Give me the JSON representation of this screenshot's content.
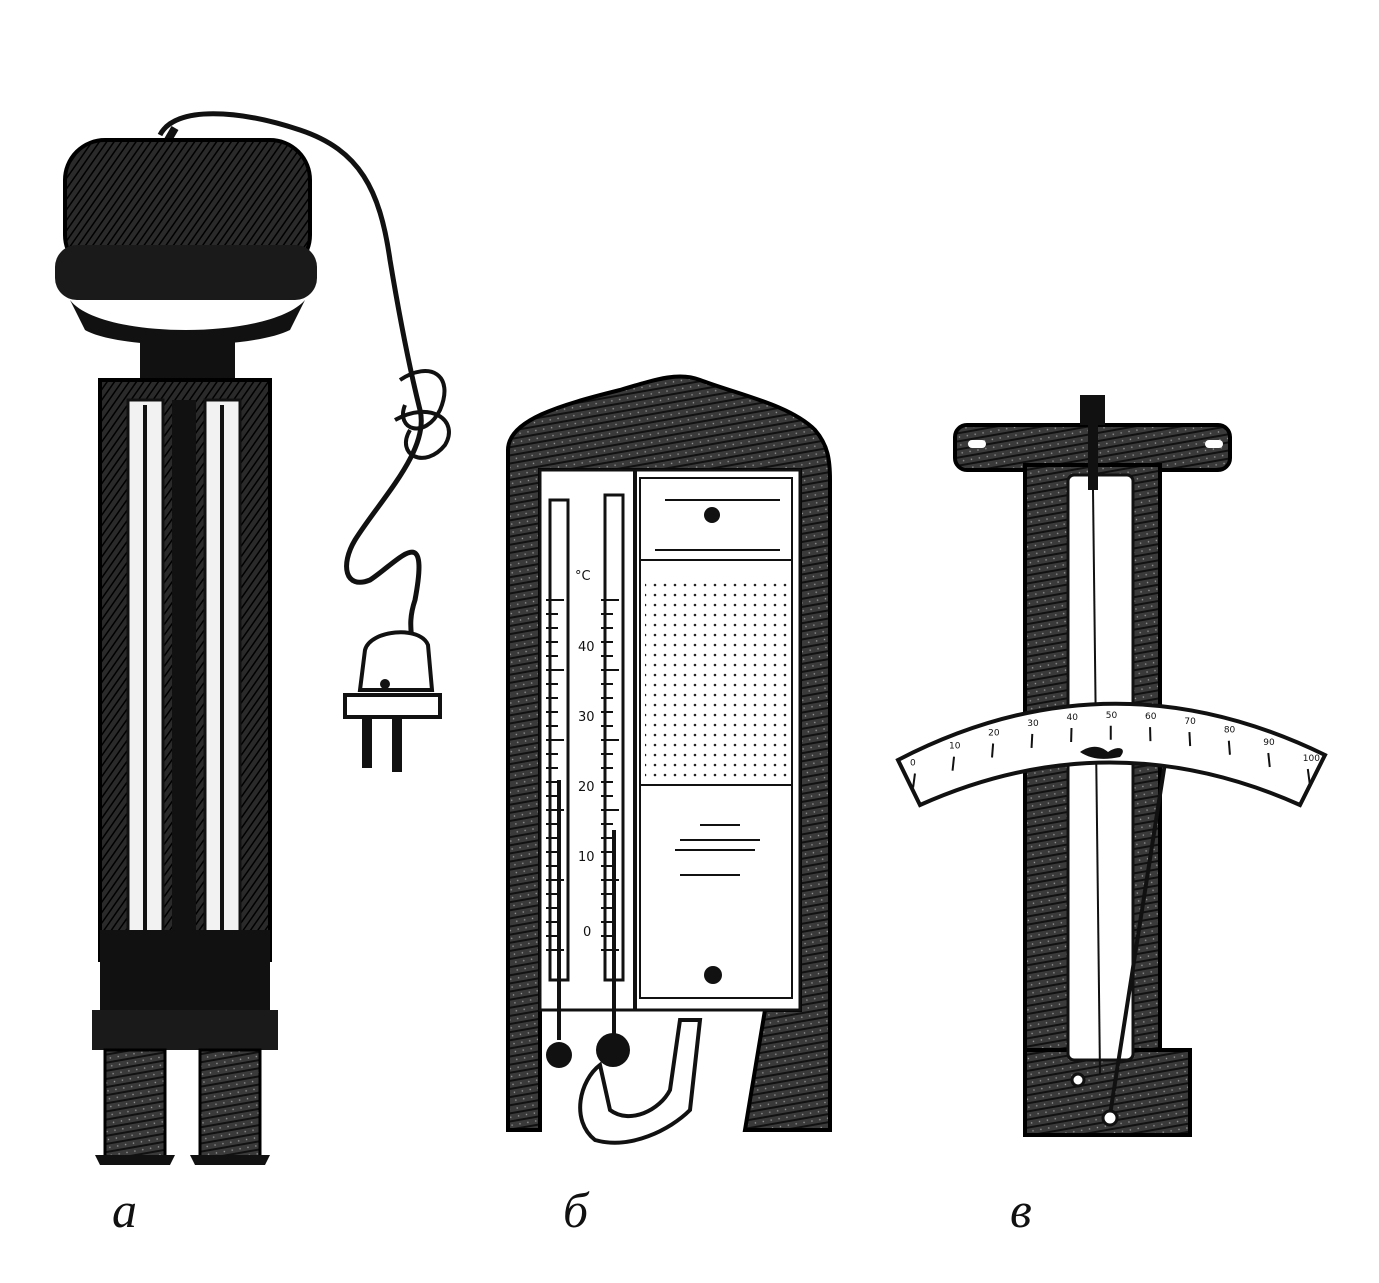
{
  "captions": {
    "a": "а",
    "b": "б",
    "v": "в"
  },
  "psychrometer_b": {
    "unit": "°C",
    "tick_labels": [
      "40",
      "30",
      "20",
      "10",
      "0"
    ]
  },
  "hair_hygrometer_v": {
    "scale_labels": [
      "0",
      "10",
      "20",
      "30",
      "40",
      "50",
      "60",
      "70",
      "80",
      "90",
      "100"
    ]
  },
  "colors": {
    "ink": "#111111",
    "paper": "#ffffff"
  }
}
